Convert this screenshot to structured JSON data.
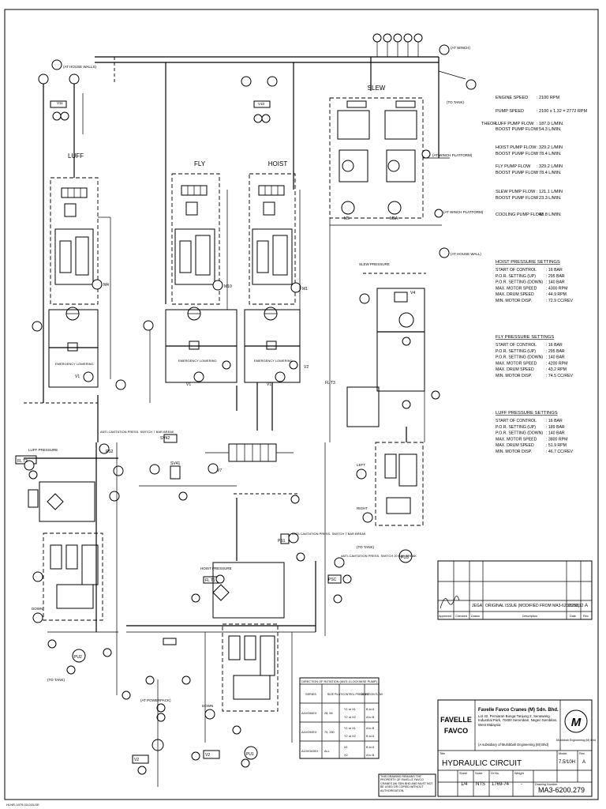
{
  "circuits": {
    "luff": "LUFF",
    "fly": "FLY",
    "hoist": "HOIST",
    "slew": "SLEW",
    "luff_pressure": "LUFF PRESSURE",
    "hoist_pressure": "HOIST PRESSURE",
    "slew_pressure": "SLEW PRESSURE"
  },
  "labels": {
    "at_house_walls": "(AT HOUSE WALLS)",
    "at_winch": "(AT WINCH)",
    "at_winch_platform": "(AT WINCH PLATFORM)",
    "at_house_wall": "(AT HOUSE WALL)",
    "to_tank": "(TO TANK)",
    "at_powerpack": "(AT POWERPACK)",
    "emergency_lowering": "EMERGENCY LOWERING",
    "anti_cav_luff": "ANTI-CAVITATION PRESS. SWITCH 7 BAR BREAK",
    "anti_cav_hoist": "ANTI-CAVITATION PRESS. SWITCH 7 BAR BREAK",
    "anti_cav_slew": "ANTI-CAVITATION PRESS. SWITCH 20 BAR BREAK",
    "down": "DOWN",
    "left": "LEFT",
    "right": "RIGHT",
    "drawing_ref": "HLNR-1979-03-015-DE"
  },
  "specs": {
    "engine_speed": {
      "label": "ENGINE SPEED",
      "value": ": 2100 RPM"
    },
    "pump_speed": {
      "label": "PUMP SPEED",
      "value": ": 2100 x 1.32 = 2772 RPM"
    },
    "theor": "THEOR.",
    "flows": [
      {
        "label": "LUFF PUMP FLOW",
        "value": ": 187.0 L/MIN."
      },
      {
        "label": "BOOST PUMP FLOW",
        "value": ": 54.3 L/MIN."
      },
      {
        "label": "HOIST PUMP FLOW",
        "value": ": 329.2 L/MIN"
      },
      {
        "label": "BOOST PUMP FLOW",
        "value": ": 78.4 L/MIN."
      },
      {
        "label": "FLY PUMP FLOW",
        "value": ": 329.2 L/MIN"
      },
      {
        "label": "BOOST PUMP FLOW",
        "value": ": 78.4 L/MIN."
      },
      {
        "label": "SLEW PUMP FLOW",
        "value": ": 121.1 L/MIN"
      },
      {
        "label": "BOOST PUMP FLOW",
        "value": ": 23.3 L/MIN."
      },
      {
        "label": "COOLING PUMP FLOW",
        "value": ": 43.8 L/MIN."
      }
    ]
  },
  "settings": [
    {
      "title": "HOIST PRESSURE SETTINGS",
      "rows": [
        {
          "label": "START OF CONTROL",
          "value": ": 16 BAR"
        },
        {
          "label": "P.O.R. SETTING (UP)",
          "value": ": 295 BAR"
        },
        {
          "label": "P.O.R. SETTING (DOWN)",
          "value": ": 140 BAR"
        },
        {
          "label": "MAX. MOTOR SPEED",
          "value": ": 4300 RPM"
        },
        {
          "label": "MAX. DRUM SPEED",
          "value": ": 44.9 RPM"
        },
        {
          "label": "MIN. MOTOR DISP.",
          "value": ": 72.9 CC/REV"
        }
      ]
    },
    {
      "title": "FLY PRESSURE SETTINGS",
      "rows": [
        {
          "label": "START OF CONTROL",
          "value": ": 16 BAR"
        },
        {
          "label": "P.O.R. SETTING (UP)",
          "value": ": 295 BAR"
        },
        {
          "label": "P.O.R. SETTING (DOWN)",
          "value": ": 140 BAR"
        },
        {
          "label": "MAX. MOTOR SPEED",
          "value": ": 4200 RPM"
        },
        {
          "label": "MAX. DRUM SPEED",
          "value": ": 43.2 RPM"
        },
        {
          "label": "MIN. MOTOR DISP.",
          "value": ": 74.5 CC/REV"
        }
      ]
    },
    {
      "title": "LUFF PRESSURE SETTINGS",
      "rows": [
        {
          "label": "START OF CONTROL",
          "value": ": 16 BAR"
        },
        {
          "label": "P.O.R. SETTING (UP)",
          "value": ": 189 BAR"
        },
        {
          "label": "P.O.R. SETTING (DOWN)",
          "value": ": 140 BAR"
        },
        {
          "label": "MAX. MOTOR SPEED",
          "value": ": 3800 RPM"
        },
        {
          "label": "MAX. DRUM SPEED",
          "value": ": 51.9 RPM"
        },
        {
          "label": "MIN. MOTOR DISP.",
          "value": ": 46.7 CC/REV"
        }
      ]
    }
  ],
  "rotation_table": {
    "title": "DIRECTION OF ROTATION (ANTI-CLOCKWISE PUMP)",
    "headers": [
      "SERIES",
      "SIZE",
      "PILOT/CONTROL PRESSURE",
      "DIRECTION FLOW"
    ],
    "rows": [
      {
        "series": "A4VG56EX",
        "size": "28, 56",
        "pilot": [
          "Y1 or X1",
          "Y2 or X2"
        ],
        "flow": [
          "B to A",
          "A to B"
        ]
      },
      {
        "series": "A4VG90EX",
        "size": "70, 250",
        "pilot": [
          "Y1 or X1",
          "Y2 or X2"
        ],
        "flow": [
          "A to B",
          "B to A"
        ]
      },
      {
        "series": "A10VG63EX",
        "size": "ALL",
        "pilot": [
          "X1",
          "X2"
        ],
        "flow": [
          "B to A",
          "A to B"
        ]
      }
    ]
  },
  "revision": {
    "rev": "A",
    "description": "ORIGINAL ISSUE (MODIFIED FROM MA3-6200.258)",
    "date": "29.01.12",
    "drawn": "JEGA",
    "cols": [
      "Approved",
      "Checked",
      "Drawn",
      "Description",
      "Date",
      "Rev"
    ]
  },
  "company": {
    "name": "Favelle Favco Cranes (M) Sdn. Bhd.",
    "address": "Lot 42, Persiaran Bunga Tanjung 2, Senawang Industrial Park, 70400 Seremban, Negeri Sembilan, West Malaysia",
    "subsidiary": "(A subsidiary of Muhibbah Engineering (M) Bhd)",
    "logo_line1": "FAVELLE",
    "logo_line2": "FAVCO",
    "partner": "Muhibbah Engineering (M) Bhd",
    "partner_mark": "M"
  },
  "title_block": {
    "title_label": "Title",
    "title": "HYDRAULIC CIRCUIT",
    "disclaimer": "THIS DRAWING REMAINS THE PROPERTY OF FAVELLE FAVCO CRANES (M) SDN BHD AND MUST NOT BE USED OR COPIED WITHOUT AUTHORISATION.",
    "sheet_label": "Sheet",
    "sheet": "1/4",
    "scale_label": "Scale",
    "scale": "NTS",
    "grno_label": "Gr.No.",
    "grno": "1769-74",
    "weight_label": "Weight",
    "weight": "-",
    "model_label": "Model",
    "model": "7.5/10H",
    "rev_label": "Rev.",
    "rev": "A",
    "drawing_no_label": "Drawing Number",
    "drawing_no": "MA3-6200.279"
  },
  "tags": {
    "luff_pump": "PU2",
    "hoist_pump": "PU1",
    "slew_pump": "PU3",
    "luff_motor": "M4",
    "fly_motor": "M10",
    "hoist_motor": "M1",
    "slew_motor_1": "M5",
    "slew_motor_2": "M5A",
    "valves": [
      "V11",
      "V10",
      "V1",
      "V1",
      "V1",
      "V2",
      "V4",
      "V7",
      "V2",
      "V2"
    ],
    "sensors": [
      "FL T2",
      "FL T1",
      "FL T3",
      "PS2",
      "PS1",
      "PSC",
      "SV42",
      "SV41"
    ]
  }
}
